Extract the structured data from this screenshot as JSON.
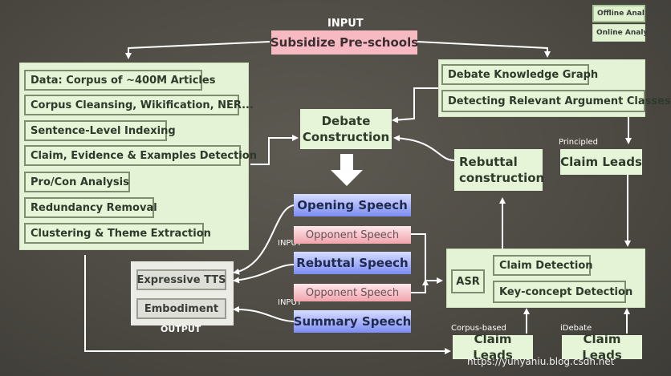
{
  "input_top": {
    "label": "INPUT",
    "topic": "Subsidize Pre-schools"
  },
  "legend": {
    "offline": "Offline Anal",
    "online": "Online Analy"
  },
  "pipeline": {
    "items": [
      "Data: Corpus of ~400M Articles",
      "Corpus Cleansing, Wikification, NER...",
      "Sentence-Level Indexing",
      "Claim, Evidence & Examples Detection",
      "Pro/Con Analysis",
      "Redundancy Removal",
      "Clustering & Theme Extraction"
    ]
  },
  "knowledge": {
    "graph": "Debate Knowledge Graph",
    "arguments": "Detecting Relevant Argument Classes"
  },
  "debate_construction": "Debate Construction",
  "rebuttal_construction": "Rebuttal construction",
  "principled": {
    "label": "Principled",
    "claim_leads": "Claim Leads"
  },
  "speeches": {
    "opening": "Opening Speech",
    "opponent1": "Opponent Speech",
    "rebuttal": "Rebuttal Speech",
    "opponent2": "Opponent Speech",
    "summary": "Summary Speech"
  },
  "input_side_1": "INPUT",
  "input_side_2": "INPUT",
  "output": {
    "label": "OUTPUT",
    "tts": "Expressive TTS",
    "embodiment": "Embodiment"
  },
  "analysis": {
    "asr": "ASR",
    "claim_detection": "Claim Detection",
    "key_concept": "Key-concept Detection"
  },
  "corpus_based": {
    "label": "Corpus-based",
    "claim_leads": "Claim Leads"
  },
  "idebate": {
    "label": "iDebate",
    "claim_leads": "Claim Leads"
  },
  "watermark": "https://yunyaniu.blog.csdn.net",
  "colors": {
    "panel": "#e4f3d6",
    "speech_blue": "#7c8cf2",
    "opponent_pink": "#f2a3ad",
    "topic_pink": "#f7b9c2"
  }
}
